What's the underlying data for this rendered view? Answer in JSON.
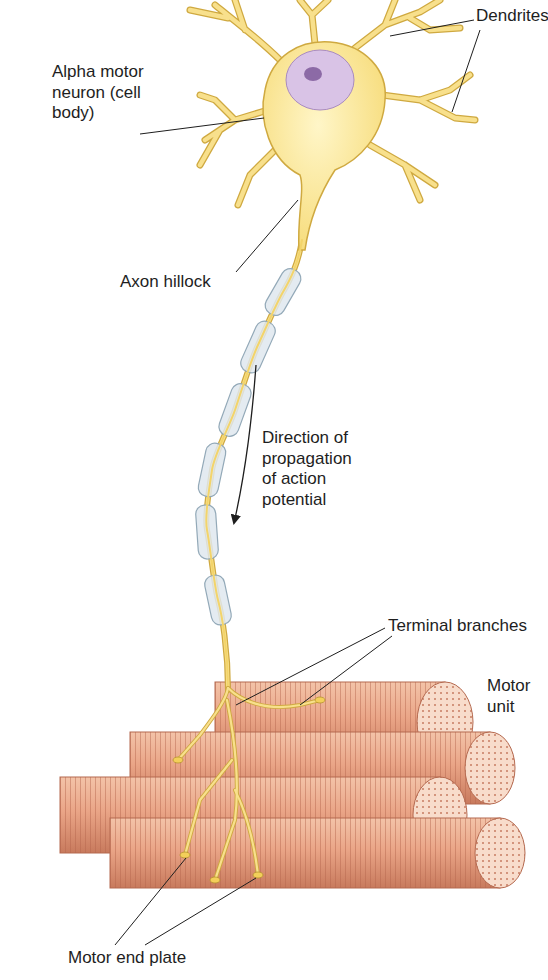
{
  "diagram": {
    "labels": [
      "Dendrites",
      "Alpha motor neuron (cell body)",
      "Axon hillock",
      "Direction of propagation of action potential",
      "Terminal branches",
      "Motor unit",
      "Motor end plate"
    ]
  }
}
